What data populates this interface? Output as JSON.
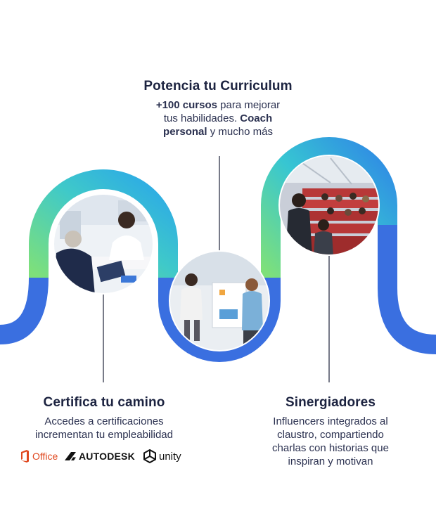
{
  "top_block": {
    "title": "Potencia tu Curriculum",
    "line1_bold": "+100 cursos",
    "line1_rest": " para mejorar",
    "line2_pre": "tus habilidades. ",
    "line2_bold": "Coach",
    "line3_bold": "personal",
    "line3_rest": " y mucho más"
  },
  "left_block": {
    "title": "Certifica tu camino",
    "line1": "Accedes a certificaciones",
    "line2": "incrementan tu empleabilidad"
  },
  "right_block": {
    "title": "Sinergiadores",
    "line1": "Influencers integrados al",
    "line2": "claustro, compartiendo",
    "line3": "charlas con historias que",
    "line4": "inspiran y motivan"
  },
  "logos": {
    "office": "Office",
    "autodesk": "AUTODESK",
    "unity": "unity"
  },
  "colors": {
    "wave_blue": "#3a6fe0",
    "wave_cyan": "#22b8e8",
    "wave_green": "#7ee07a",
    "text_dark": "#1c2340",
    "office_orange": "#e0471e"
  },
  "icons": {
    "office": "office-logo-icon",
    "autodesk": "autodesk-logo-icon",
    "unity": "unity-logo-icon"
  }
}
